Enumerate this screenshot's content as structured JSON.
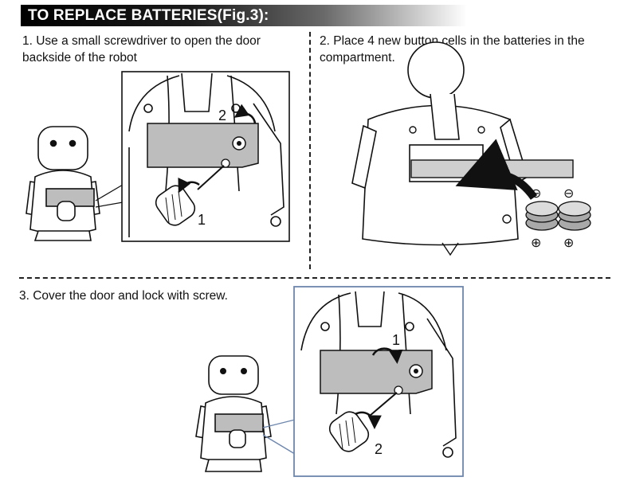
{
  "header": {
    "title": "TO REPLACE BATTERIES(Fig.3):"
  },
  "steps": [
    {
      "text": "1. Use a small screwdriver to open the door backside of the robot"
    },
    {
      "text": "2. Place 4 new button cells in the batteries in the compartment."
    },
    {
      "text": "3. Cover the door and lock with screw."
    }
  ],
  "callouts": {
    "fig1_num_1": "1",
    "fig1_num_2": "2",
    "fig3_num_1": "1",
    "fig3_num_2": "2"
  },
  "battery_signs": {
    "minus": "⊖",
    "plus": "⊕"
  },
  "colors": {
    "door_gray": "#bdbdbd",
    "frame_blue": "#6d86ad",
    "line": "#111111"
  }
}
